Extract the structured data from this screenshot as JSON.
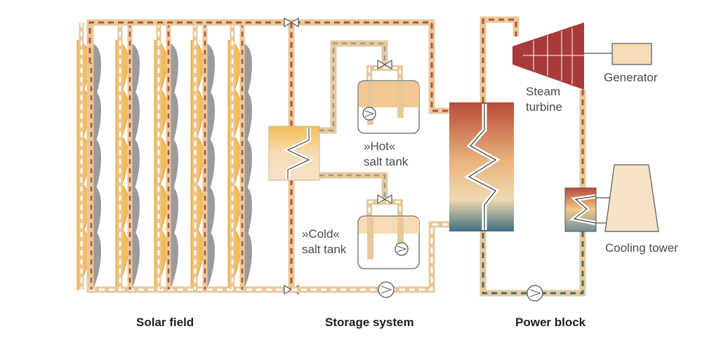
{
  "labels": {
    "generator": "Generator",
    "steam_turbine": [
      "Steam",
      "turbine"
    ],
    "hot_tank": [
      "»Hot«",
      "salt tank"
    ],
    "cold_tank": [
      "»Cold«",
      "salt tank"
    ],
    "cooling_tower": "Cooling tower"
  },
  "sections": {
    "solar_field": "Solar field",
    "storage_system": "Storage system",
    "power_block": "Power block"
  },
  "colors": {
    "hot_line": "#b5533b",
    "warm_line": "#e8c89a",
    "cold_line": "#3e7080",
    "collector": "#f3bd55",
    "collector_shadow": "#9b9b9b",
    "turbine": "#a83a3a",
    "generator_fill": "#f6dcb4"
  }
}
